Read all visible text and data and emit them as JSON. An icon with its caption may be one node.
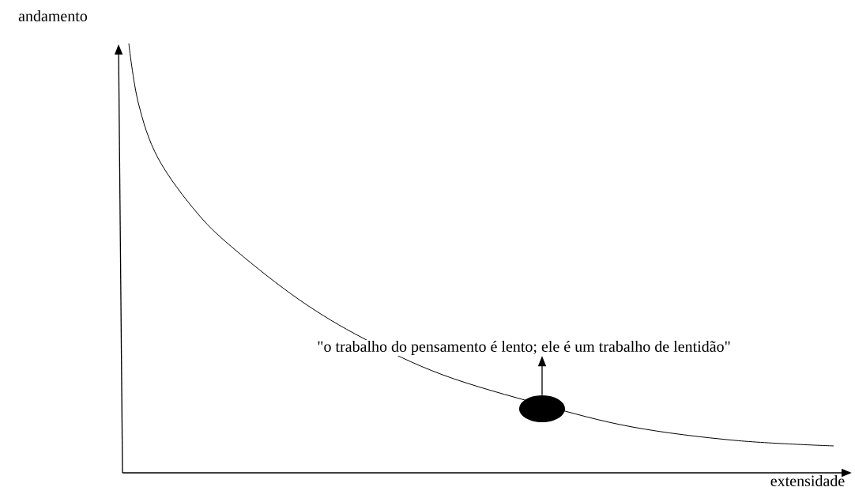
{
  "diagram": {
    "nodes": [
      {
        "text": [
          "\"o trabalho do pensamento é lento; ele é um trabalho de lentidão\""
        ]
      },
      {
        "text": [],
        "shape": "ellipse"
      }
    ],
    "edges": [
      {
        "from": 1,
        "to": 0,
        "arrow": "to"
      }
    ],
    "labels": [
      "andamento",
      "extensidade"
    ]
  }
}
